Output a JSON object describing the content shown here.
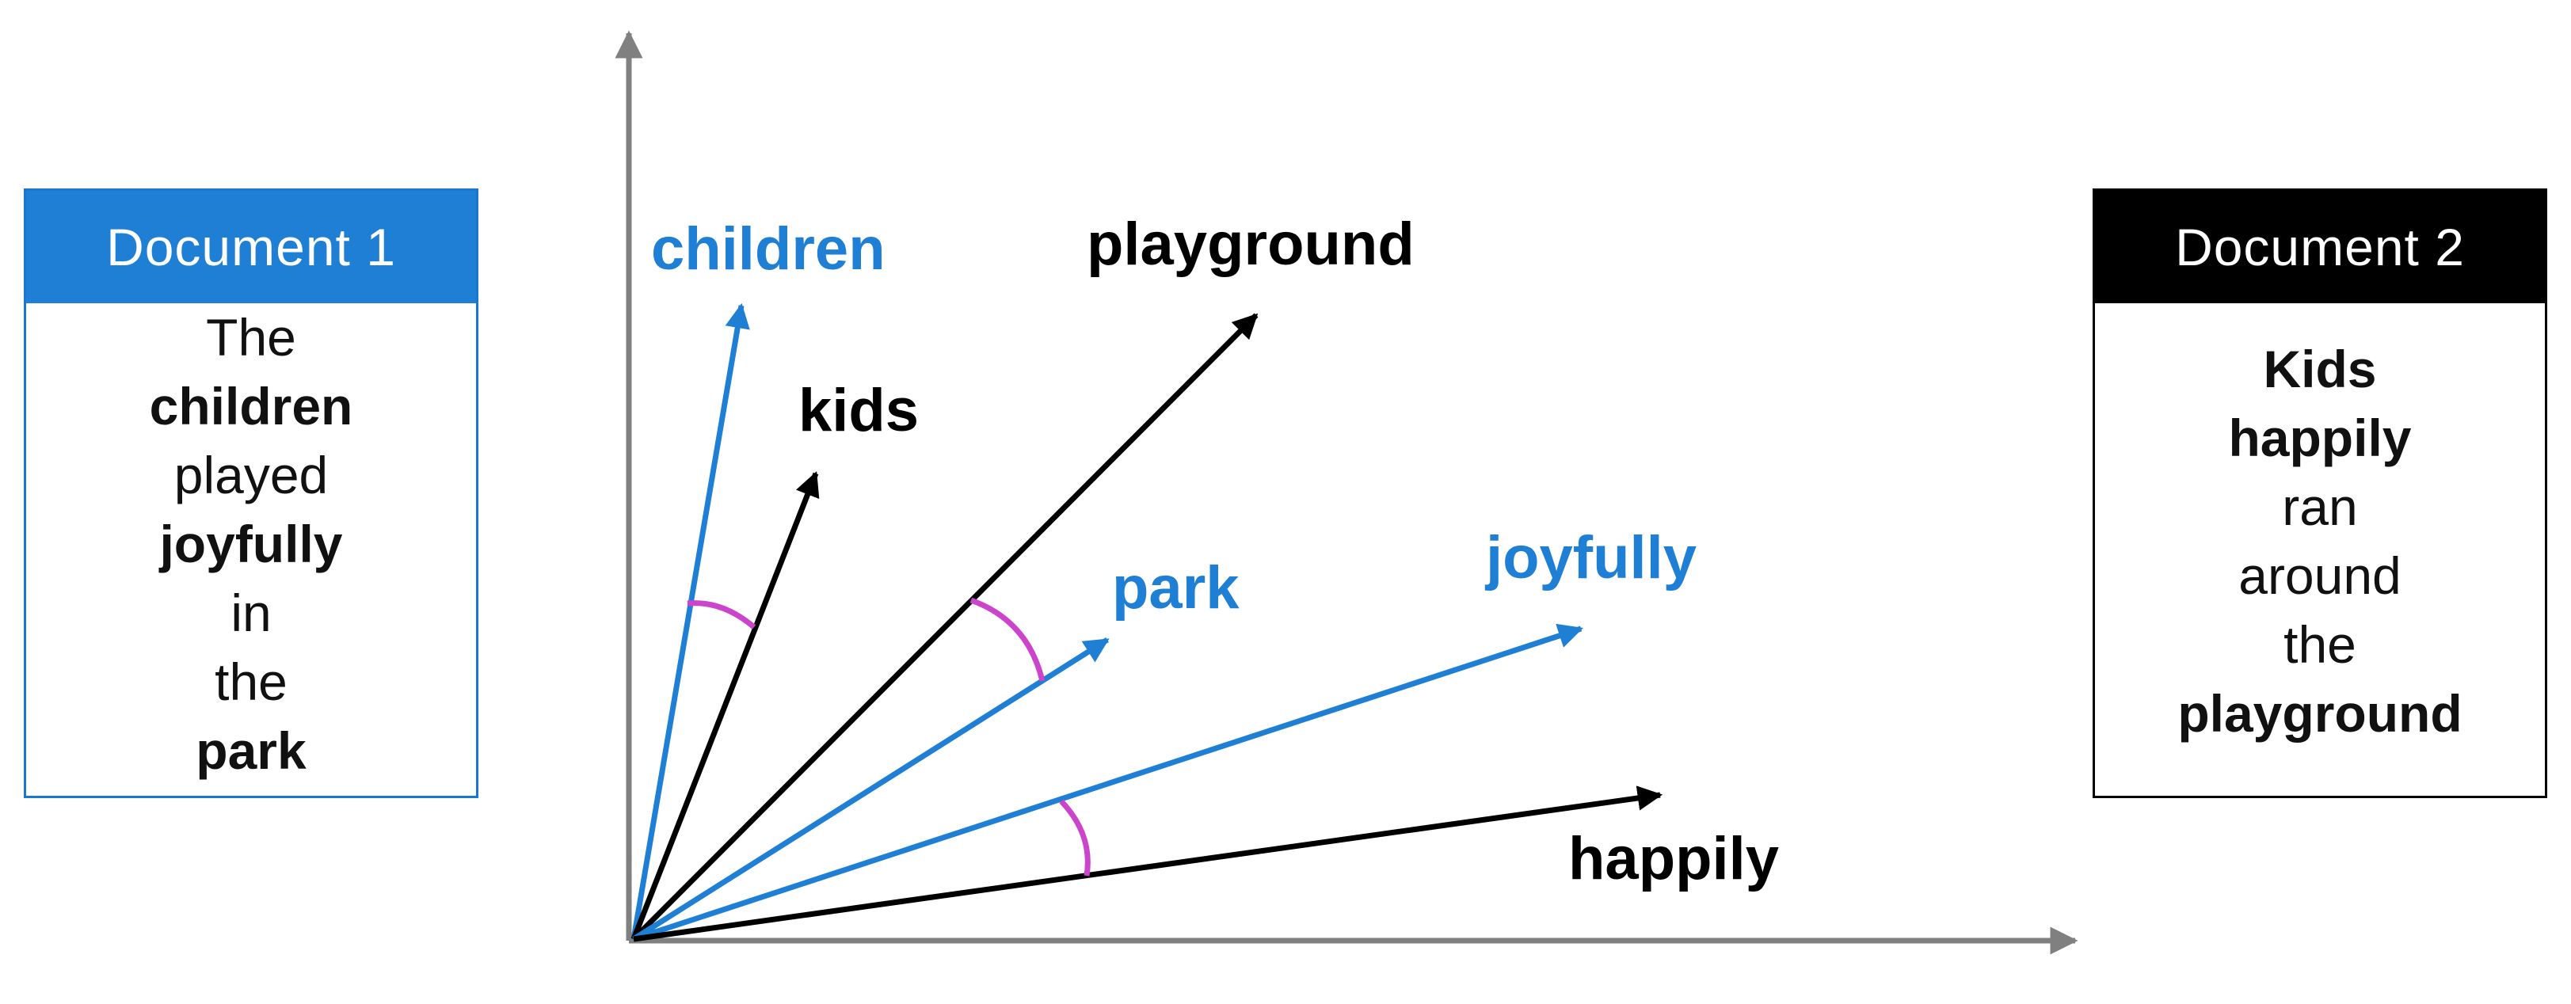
{
  "documents": [
    {
      "title": "Document 1",
      "words": [
        {
          "text": "The",
          "bold": false
        },
        {
          "text": "children",
          "bold": true
        },
        {
          "text": "played",
          "bold": false
        },
        {
          "text": "joyfully",
          "bold": true
        },
        {
          "text": "in",
          "bold": false
        },
        {
          "text": "the",
          "bold": false
        },
        {
          "text": "park",
          "bold": true
        }
      ]
    },
    {
      "title": "Document 2",
      "words": [
        {
          "text": "Kids",
          "bold": true
        },
        {
          "text": "happily",
          "bold": true
        },
        {
          "text": "ran",
          "bold": false
        },
        {
          "text": "around",
          "bold": false
        },
        {
          "text": "the",
          "bold": false
        },
        {
          "text": "playground",
          "bold": true
        }
      ]
    }
  ],
  "vectors": [
    {
      "word": "children",
      "doc": 1
    },
    {
      "word": "kids",
      "doc": 2
    },
    {
      "word": "playground",
      "doc": 2
    },
    {
      "word": "park",
      "doc": 1
    },
    {
      "word": "joyfully",
      "doc": 1
    },
    {
      "word": "happily",
      "doc": 2
    }
  ],
  "colors": {
    "document_1": "#1e7fd4",
    "document_2": "#000000",
    "axis": "#808080",
    "angle_arc": "#cc44cc"
  }
}
